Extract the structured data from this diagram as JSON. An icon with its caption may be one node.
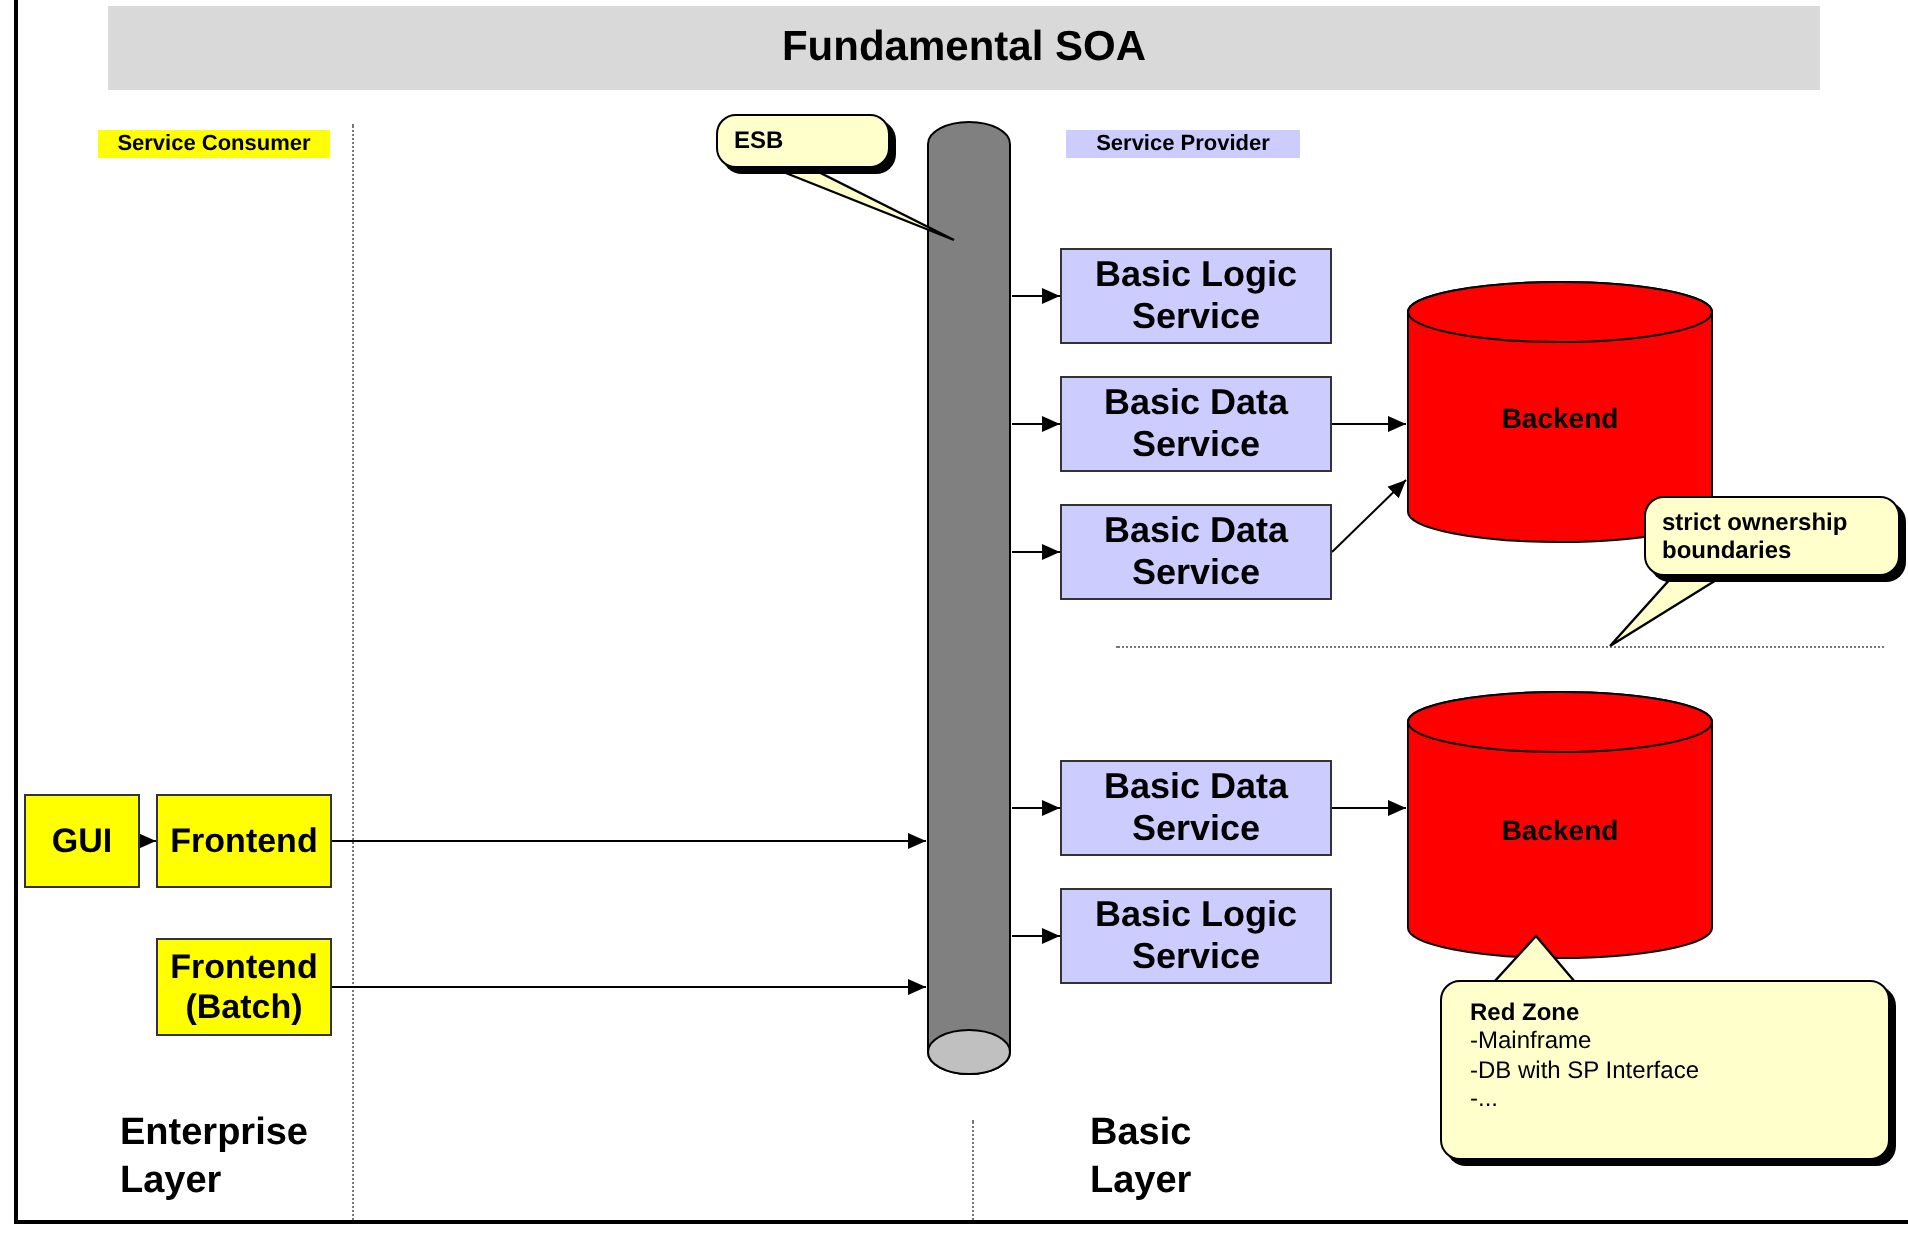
{
  "diagram": {
    "title": "Fundamental SOA",
    "nodes": [
      {
        "text": [
          "ESB"
        ]
      },
      {
        "text": [],
        "shape": "cylinder"
      },
      {
        "text": [
          "Basic Logic Service"
        ]
      },
      {
        "text": [
          "Basic Data Service"
        ]
      },
      {
        "text": [
          "Basic Data Service"
        ]
      },
      {
        "text": [
          "Backend"
        ]
      },
      {
        "text": [
          "strict ownership boundaries"
        ]
      },
      {
        "text": [
          "GUI"
        ]
      },
      {
        "text": [
          "Frontend"
        ]
      },
      {
        "text": [
          "Basic Data Service"
        ]
      },
      {
        "text": [
          "Backend"
        ]
      },
      {
        "text": [
          "Frontend (Batch)"
        ]
      },
      {
        "text": [
          "Basic Logic Service"
        ]
      },
      {
        "text": [
          "Red Zone",
          "-Mainframe",
          "-DB with SP Interface",
          "-..."
        ]
      }
    ],
    "edges": [
      {
        "from": 0,
        "to": 1,
        "arrow": "none"
      },
      {
        "from": 1,
        "to": 2,
        "arrow": "to"
      },
      {
        "from": 1,
        "to": 3,
        "arrow": "to"
      },
      {
        "from": 1,
        "to": 4,
        "arrow": "to"
      },
      {
        "from": 3,
        "to": 5,
        "arrow": "to"
      },
      {
        "from": 4,
        "to": 5,
        "arrow": "to"
      },
      {
        "from": 6,
        "to": null,
        "arrow": "none"
      },
      {
        "from": 7,
        "to": 8,
        "arrow": "to"
      },
      {
        "from": 8,
        "to": 1,
        "arrow": "to"
      },
      {
        "from": 1,
        "to": 9,
        "arrow": "to"
      },
      {
        "from": 1,
        "to": 12,
        "arrow": "to"
      },
      {
        "from": 9,
        "to": 10,
        "arrow": "to"
      },
      {
        "from": 11,
        "to": 1,
        "arrow": "to"
      },
      {
        "from": 13,
        "to": 10,
        "arrow": "none"
      }
    ],
    "labels": [
      "Service Consumer",
      "Service Provider",
      "Enterprise Layer",
      "Basic Layer"
    ]
  }
}
